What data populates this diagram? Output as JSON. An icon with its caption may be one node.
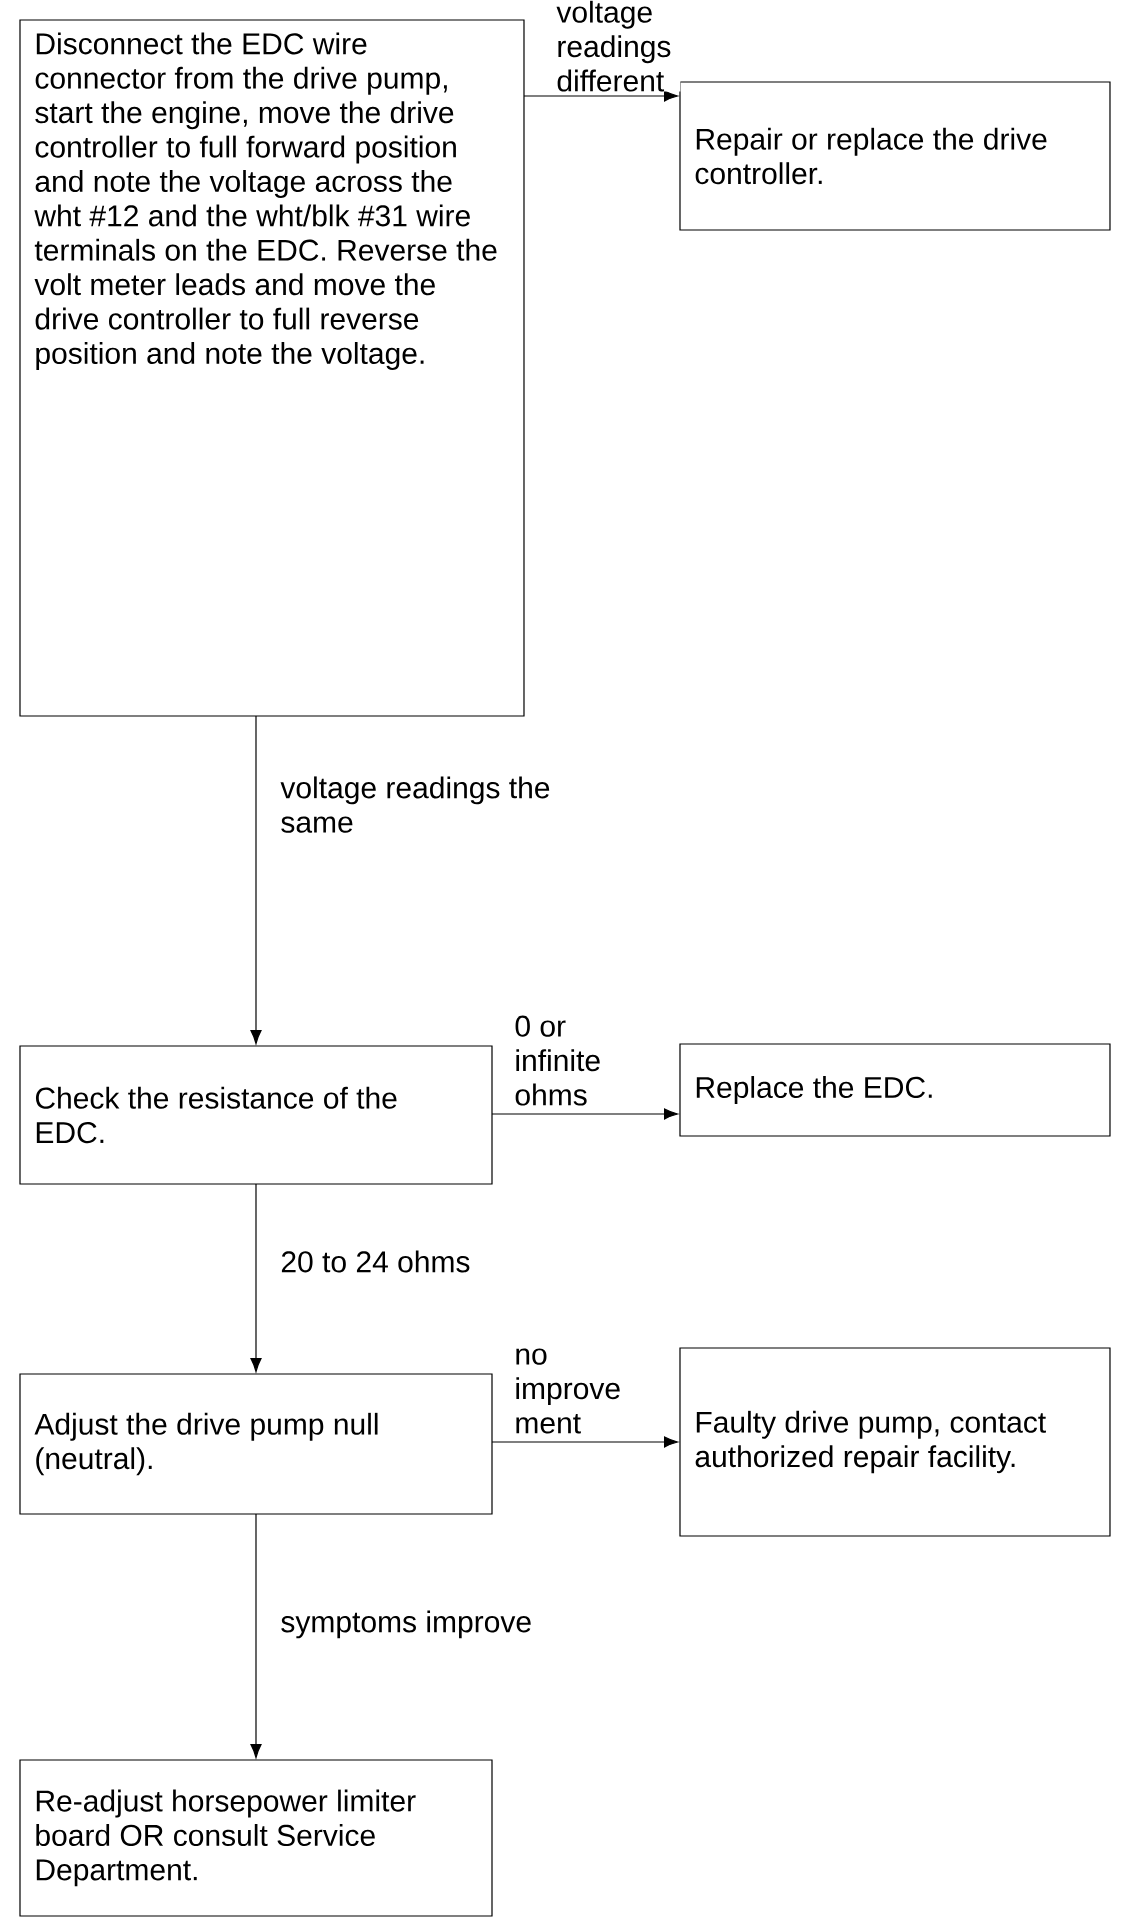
{
  "diagram": {
    "nodes": [
      {
        "text": [
          "Disconnect the EDC wire connector from the drive pump, start the engine, move the drive controller to full forward position and note the voltage across the wht #12 and the wht/blk #31 wire terminals on the EDC. Reverse the volt meter leads and move the drive controller to full reverse position and note the voltage."
        ]
      },
      {
        "text": [
          "Repair or replace the drive controller."
        ]
      },
      {
        "text": [
          "Check the resistance of the EDC."
        ]
      },
      {
        "text": [
          "Replace the EDC."
        ]
      },
      {
        "text": [
          "Adjust the drive pump null (neutral)."
        ]
      },
      {
        "text": [
          "Faulty drive pump, contact authorized repair facility."
        ]
      },
      {
        "text": [
          "Re-adjust horsepower limiter board OR consult Service Department."
        ]
      }
    ],
    "edges": [
      {
        "from": 0,
        "to": 1,
        "arrow": "to",
        "label": "voltage readings different"
      },
      {
        "from": 0,
        "to": 2,
        "arrow": "to",
        "label": "voltage readings the same"
      },
      {
        "from": 2,
        "to": 3,
        "arrow": "to",
        "label": "0 or infinite ohms"
      },
      {
        "from": 2,
        "to": 4,
        "arrow": "to",
        "label": "20 to 24 ohms"
      },
      {
        "from": 4,
        "to": 5,
        "arrow": "to",
        "label": "no improve ment"
      },
      {
        "from": 4,
        "to": 6,
        "arrow": "to",
        "label": "symptoms improve"
      }
    ]
  }
}
